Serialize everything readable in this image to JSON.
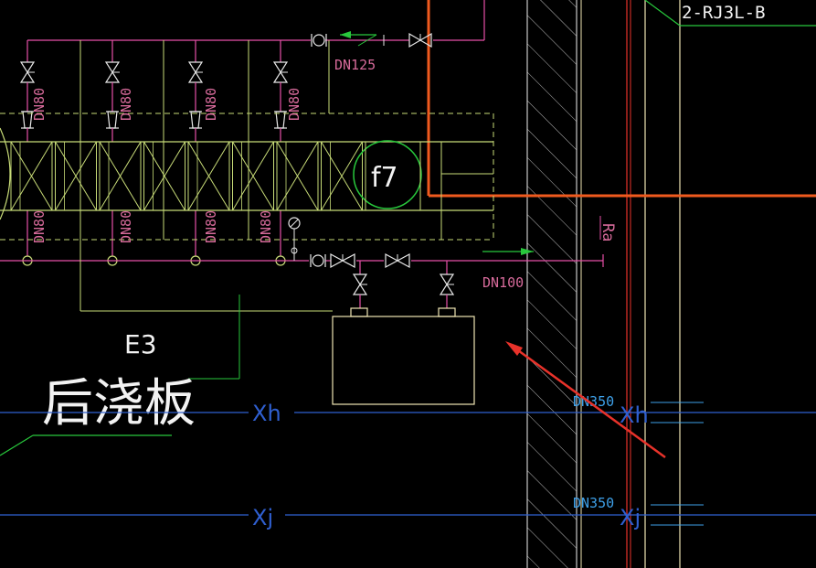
{
  "colors": {
    "background": "#000000",
    "pink": "#e64fa8",
    "pink_text": "#d66a9a",
    "yellow_green": "#c8dc78",
    "white": "#f2f2f2",
    "orange": "#f05a1e",
    "blue": "#2f5fd0",
    "blue_text": "#3ea0e8",
    "green": "#28c83c",
    "red_arrow": "#e8322a",
    "hatch": "#b8b8b8",
    "cream": "#f0e6b4"
  },
  "labels": {
    "top_right_tag": "2-RJ3L-B",
    "dn125": "DN125",
    "dn80": "DN80",
    "dn100": "DN100",
    "f7": "f7",
    "ra": "Ra",
    "e3": "E3",
    "post_pour_slab": "后浇板",
    "axis_xh": "Xh",
    "axis_xj": "Xj",
    "dn350": "DN350"
  }
}
